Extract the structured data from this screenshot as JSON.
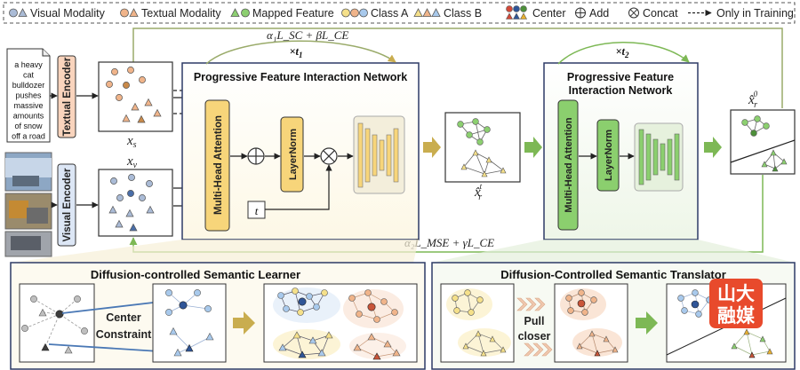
{
  "legend": {
    "visual_modality": "Visual Modality",
    "textual_modality": "Textual Modality",
    "mapped_feature": "Mapped Feature",
    "class_a": "Class A",
    "class_b": "Class B",
    "center": "Center",
    "add": "Add",
    "concat": "Concat",
    "only_training": "Only in Training"
  },
  "input_text": [
    "a heavy",
    "cat",
    "bulldozer",
    "pushes",
    "massive",
    "amounts",
    "of snow",
    "off a road"
  ],
  "encoders": {
    "textual": "Textual Encoder",
    "visual": "Visual Encoder"
  },
  "features": {
    "xs": "x",
    "xs_sub": "s",
    "xv": "x",
    "xv_sub": "v",
    "t": "t"
  },
  "pfin1": {
    "title": "Progressive Feature Interaction Network",
    "mha": "Multi-Head Attention",
    "layernorm": "LayerNorm",
    "repeat": "×t",
    "repeat_sub": "1"
  },
  "pfin2": {
    "title_line1": "Progressive Feature",
    "title_line2": "Interaction Network",
    "mha": "Multi-Head Attention",
    "layernorm": "LayerNorm",
    "repeat": "×t",
    "repeat_sub": "2"
  },
  "loss_top": "α₁L_SC + βL_CE",
  "loss_bottom": "α₂L_MSE + γL_CE",
  "outputs": {
    "xr_t": "x̂",
    "xr_t_sup": "t",
    "xr_t_sub": "r",
    "xr_0": "x̂",
    "xr_0_sup": "0",
    "xr_0_sub": "r"
  },
  "learner": {
    "title": "Diffusion-controlled  Semantic Learner",
    "center_constraint_1": "Center",
    "center_constraint_2": "Constraint"
  },
  "translator": {
    "title": "Diffusion-Controlled Semantic Translator",
    "pull_closer_1": "Pull",
    "pull_closer_2": "closer"
  },
  "watermark": {
    "line1": "山大",
    "line2": "融媒"
  },
  "colors": {
    "visual": "#aabbd6",
    "textual": "#f0b48a",
    "mapped": "#8ccf70",
    "class_a": "#f5e08a",
    "class_b": "#a8c9ec",
    "textual_encoder_bg": "#f9d4bd",
    "visual_encoder_bg": "#dce6f5",
    "mha": "#f7d57a",
    "green_block": "#8bcf6e",
    "arrow_yellow": "#c9ad4f",
    "arrow_green": "#7db855",
    "watermark": "#e84a2c"
  }
}
